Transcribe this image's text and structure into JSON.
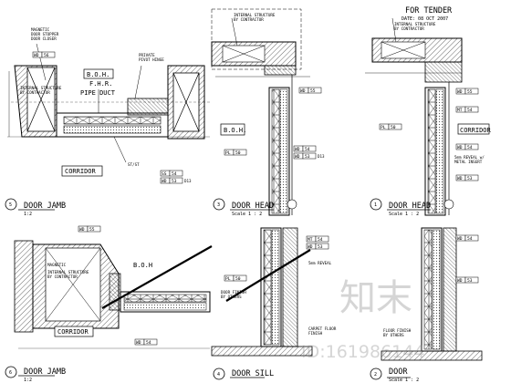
{
  "stamp": {
    "for_tender": "FOR TENDER",
    "date": "DATE: 08 OCT 2007"
  },
  "d5": {
    "num": "5",
    "title": "DOOR JAMB",
    "scale": "1:2",
    "note_stopper": "MAGNETIC",
    "note_stopper2": "DOOR STOPPER",
    "note_stopper3": "DOOR CLOSER",
    "tag1_a": "WD",
    "tag1_b": "56",
    "note_internal": "INTERNAL STRUCTURE",
    "note_internal2": "BY CONTRACTOR",
    "boh": "B.O.H.",
    "fhr": "F.H.R.",
    "pipe_duct": "PIPE DUCT",
    "note_hinge": "PRIVATE",
    "note_hinge2": "PIVOT HINGE",
    "note_detail": "ST/ST",
    "corridor": "CORRIDOR",
    "tag2_a": "SS",
    "tag2_b": "54",
    "tag3_a": "WD",
    "tag3_b": "53",
    "ref": "D13"
  },
  "d3": {
    "num": "3",
    "title": "DOOR HEAD",
    "scale": "Scale 1 : 2",
    "note_internal": "INTERNAL STRUCTURE",
    "note_internal2": "BY CONTRACTOR",
    "tag1_a": "WD",
    "tag1_b": "55",
    "boh": "B.O.H.",
    "tag2_a": "WD",
    "tag2_b": "54",
    "tag3_a": "WD",
    "tag3_b": "53",
    "ref": "D13",
    "tag4_a": "PL",
    "tag4_b": "50"
  },
  "d1": {
    "num": "1",
    "title": "DOOR HEAD",
    "scale": "Scale 1 : 2",
    "note_internal": "INTERNAL STRUCTURE",
    "note_internal2": "BY CONTRACTOR",
    "tag1_a": "WD",
    "tag1_b": "55",
    "tag2_a": "MT",
    "tag2_b": "54",
    "corridor": "CORRIDOR",
    "tag3_a": "WD",
    "tag3_b": "54",
    "note_reveal": "5mm REVEAL w/",
    "note_reveal2": "METAL INSERT",
    "tag4_a": "WD",
    "tag4_b": "53",
    "tag5_a": "PL",
    "tag5_b": "50"
  },
  "d6": {
    "num": "6",
    "title": "DOOR JAMB",
    "scale": "1:2",
    "tag1_a": "WD",
    "tag1_b": "55",
    "boh": "B.O.H",
    "note_magnetic": "MAGNETIC",
    "note_internal": "INTERNAL STRUCTURE",
    "note_internal2": "BY CONTRACTOR",
    "corridor": "CORRIDOR",
    "tag2_a": "WD",
    "tag2_b": "54"
  },
  "d4": {
    "num": "4",
    "title": "DOOR SILL",
    "tag1_a": "PL",
    "tag1_b": "50",
    "tag2_a": "MT",
    "tag2_b": "54",
    "tag3_a": "WD",
    "tag3_b": "53",
    "note_reveal": "5mm REVEAL",
    "note_finish": "DOOR FINISH",
    "note_finish2": "BY OTHERS",
    "note_carpet": "CARPET FLOOR",
    "note_carpet2": "FINISH"
  },
  "d2": {
    "num": "2",
    "title": "DOOR",
    "scale": "Scale 1 : 2",
    "tag1_a": "WD",
    "tag1_b": "54",
    "tag2_a": "WD",
    "tag2_b": "53",
    "note_floor": "FLOOR FINISH",
    "note_floor2": "BY OTHERS"
  },
  "watermark": {
    "logo": "知末",
    "id": "ID:161986144"
  }
}
